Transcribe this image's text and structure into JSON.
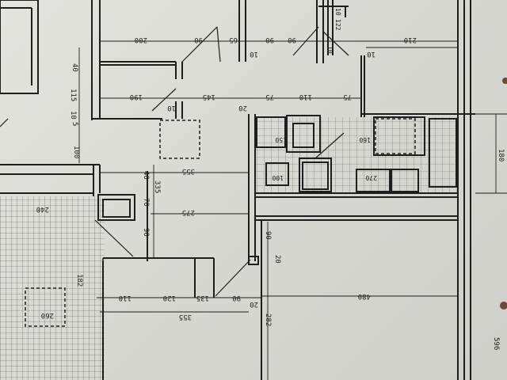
{
  "plan": {
    "paper_color": "#dcdcd7",
    "ink_color": "#1e1e1e",
    "dimensions_top_row": [
      "200",
      "90",
      "65",
      "90",
      "90",
      "210",
      "10",
      "10"
    ],
    "dimensions_upper_left": [
      "115",
      "10",
      "5",
      "100",
      "40",
      "190",
      "10",
      "145",
      "20"
    ],
    "dimensions_bathroom_row": [
      "75",
      "110",
      "75"
    ],
    "fixture_labels": [
      "150",
      "160",
      "100",
      "270"
    ],
    "dimensions_middle": [
      "355",
      "335",
      "40",
      "70",
      "275",
      "90",
      "240",
      "180"
    ],
    "dimensions_lower": [
      "110",
      "120",
      "135",
      "90",
      "355",
      "20",
      "480",
      "282",
      "90",
      "20",
      "260",
      "182",
      "596"
    ],
    "small_labels": [
      "122",
      "10",
      "10"
    ]
  }
}
